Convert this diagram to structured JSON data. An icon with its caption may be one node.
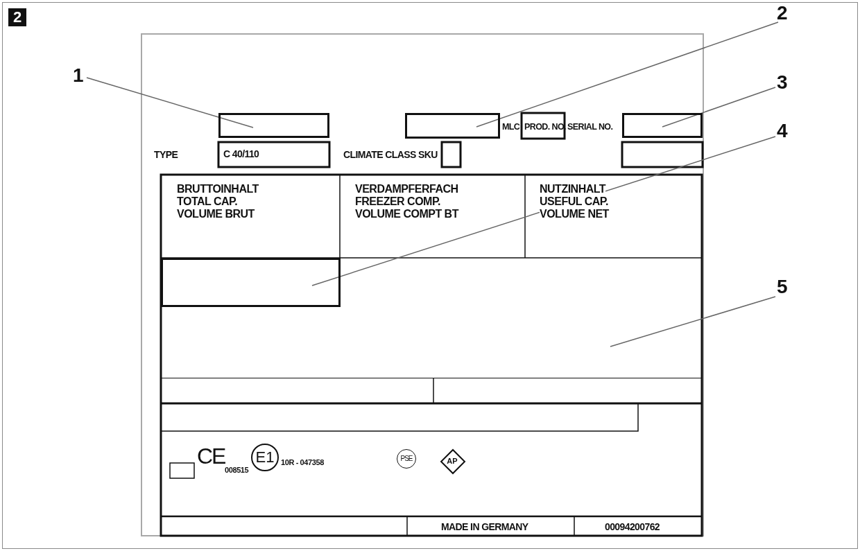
{
  "diagram": {
    "nodes": [
      {
        "text": [
          "1"
        ]
      },
      {
        "text": [],
        "shape": "box"
      },
      {
        "text": [
          "2"
        ]
      },
      {
        "text": [],
        "shape": "box"
      },
      {
        "text": [
          "3"
        ]
      },
      {
        "text": [],
        "shape": "box"
      },
      {
        "text": [
          "4"
        ]
      },
      {
        "text": [],
        "shape": "box"
      },
      {
        "text": [
          "5"
        ]
      },
      {
        "text": [],
        "shape": "box"
      }
    ],
    "edges": [
      {
        "from": 0,
        "to": 1,
        "arrow": "none"
      },
      {
        "from": 2,
        "to": 3,
        "arrow": "none"
      },
      {
        "from": 4,
        "to": 5,
        "arrow": "none"
      },
      {
        "from": 6,
        "to": 7,
        "arrow": "none"
      },
      {
        "from": 8,
        "to": 9,
        "arrow": "none"
      }
    ],
    "labels": [
      "2",
      "MLC",
      "PROD. NO.",
      "SERIAL NO.",
      "TYPE",
      "C 40/110",
      "CLIMATE CLASS SKU",
      "BRUTTOINHALT",
      "TOTAL CAP.",
      "VOLUME BRUT",
      "VERDAMPFERFACH",
      "FREEZER COMP.",
      "VOLUME COMPT BT",
      "NUTZINHALT",
      "USEFUL CAP.",
      "VOLUME NET",
      "CE",
      "008515",
      "E1",
      "10R - 047358",
      "PSE",
      "AP",
      "MADE IN GERMANY",
      "00094200762"
    ]
  }
}
